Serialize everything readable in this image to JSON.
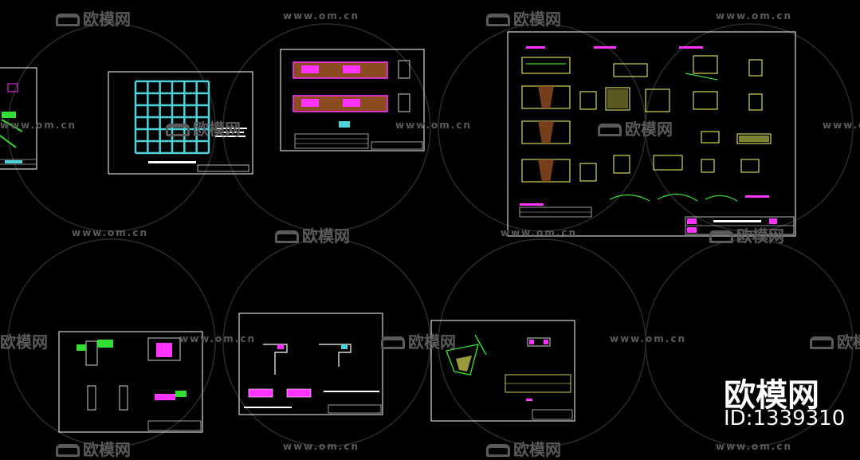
{
  "watermark": {
    "brand": "欧模网",
    "url": "www.om.cn",
    "color": "#5a5a5a"
  },
  "corner_brand": {
    "name": "欧模网",
    "id_text": "ID:1339310"
  },
  "colors": {
    "background": "#000000",
    "frame": "#ffffff",
    "cyan": "#4fd1d9",
    "yellow": "#ffff66",
    "green": "#33dd33",
    "magenta": "#ff33ff",
    "brown": "#8b4a20",
    "red": "#ff3333"
  }
}
